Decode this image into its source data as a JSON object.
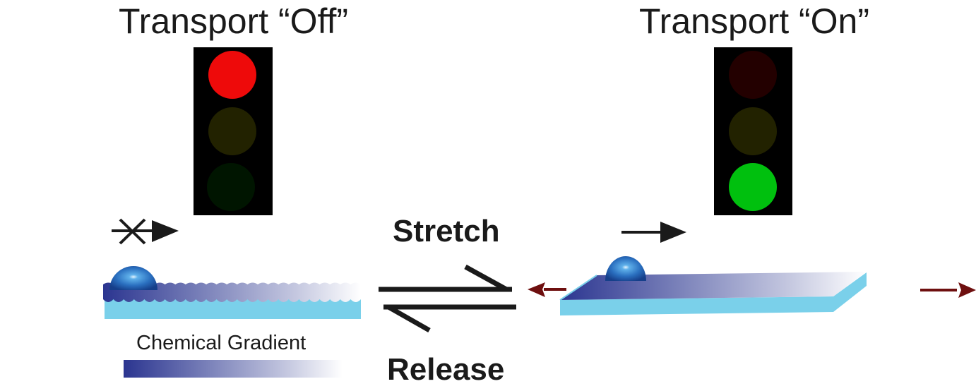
{
  "left_panel": {
    "title": "Transport “Off”",
    "traffic_light": {
      "active": "red",
      "colors": {
        "red": "#ee0a0a",
        "yellow": "#222200",
        "green": "#001500"
      }
    },
    "motion": "blocked",
    "surface": "wrinkled"
  },
  "right_panel": {
    "title": "Transport “On”",
    "traffic_light": {
      "active": "green",
      "colors": {
        "red": "#230000",
        "yellow": "#222200",
        "green": "#00c00e"
      }
    },
    "motion": "allowed",
    "surface": "stretched"
  },
  "center": {
    "forward_label": "Stretch",
    "reverse_label": "Release"
  },
  "legend": {
    "label": "Chemical Gradient",
    "gradient_start": "#2b3590",
    "gradient_end": "#ffffff"
  },
  "colors": {
    "substrate": "#7ad0ea",
    "droplet": "#2a6fbf",
    "stretch_arrow": "#6e0f0f",
    "arrow": "#1a1a1a"
  }
}
